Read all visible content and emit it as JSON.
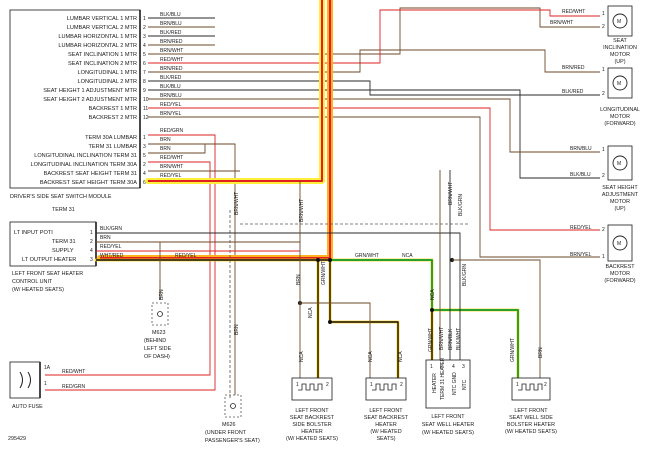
{
  "module": {
    "name": "DRIVER'S SIDE SEAT SWITCH MODULE",
    "term31": "TERM 31",
    "rows": [
      {
        "label": "LUMBAR VERTICAL 1 MTR",
        "pin": "1",
        "wire": "BLK/BLU"
      },
      {
        "label": "LUMBAR VERTICAL 2 MTR",
        "pin": "2",
        "wire": "BRN/BLU"
      },
      {
        "label": "LUMBAR HORIZONTAL 1 MTR",
        "pin": "3",
        "wire": "BLK/RED"
      },
      {
        "label": "LUMBAR HORIZONTAL 2 MTR",
        "pin": "4",
        "wire": "BRN/RED"
      },
      {
        "label": "SEAT INCLINATION 1 MTR",
        "pin": "5",
        "wire": "BRN/WHT"
      },
      {
        "label": "SEAT INCLINATION 2 MTR",
        "pin": "6",
        "wire": "RED/WHT"
      },
      {
        "label": "LONGITUDINAL 1 MTR",
        "pin": "7",
        "wire": "BRN/RED"
      },
      {
        "label": "LONGITUDINAL 2 MTR",
        "pin": "8",
        "wire": "BLK/RED"
      },
      {
        "label": "SEAT HEIGHT 1 ADJUSTMENT MTR",
        "pin": "9",
        "wire": "BLK/BLU"
      },
      {
        "label": "SEAT HEIGHT 2 ADJUSTMENT MTR",
        "pin": "10",
        "wire": "BRN/BLU"
      },
      {
        "label": "BACKREST 1 MTR",
        "pin": "11",
        "wire": "RED/YEL"
      },
      {
        "label": "BACKREST 2 MTR",
        "pin": "12",
        "wire": "BRN/YEL"
      }
    ],
    "rows2": [
      {
        "label": "TERM 30A LUMBAR",
        "pin": "1",
        "wire": "RED/GRN"
      },
      {
        "label": "TERM 31 LUMBAR",
        "pin": "3",
        "wire": "BRN"
      },
      {
        "label": "LONGITUDINAL INCLINATION TERM 31",
        "pin": "5",
        "wire": "BRN"
      },
      {
        "label": "LONGITUDINAL INCLINATION TERM 30A",
        "pin": "2",
        "wire": "RED/WHT"
      },
      {
        "label": "BACKREST SEAT HEIGHT TERM 31",
        "pin": "4",
        "wire": "BRN/WHT"
      },
      {
        "label": "BACKREST SEAT HEIGHT TERM 30A",
        "pin": "6",
        "wire": "RED/YEL"
      }
    ]
  },
  "heater_unit": {
    "rows": [
      {
        "label": "LT INPUT POTI",
        "pin": "1",
        "wire": "BLK/GRN"
      },
      {
        "label": "TERM 31",
        "pin": "2",
        "wire": "BRN"
      },
      {
        "label": "SUPPLY",
        "pin": "4",
        "wire": "RED/YEL"
      },
      {
        "label": "LT OUTPUT HEATER",
        "pin": "3",
        "wire": "WHT/RED"
      }
    ],
    "name1": "LEFT FRONT SEAT HEATER",
    "name2": "CONTROL UNIT",
    "name3": "(W/ HEATED SEATS)",
    "red_yel": "RED/YEL",
    "grn_wht": "GRN/WHT",
    "nca": "NCA"
  },
  "fuse": {
    "label": "AUTO FUSE",
    "pin1": "1A",
    "pin2": "1",
    "wire1": "RED/WHT",
    "wire2": "RED/GRN"
  },
  "grounds": {
    "g1": "M623",
    "g1_l1": "(BEHIND",
    "g1_l2": "LEFT SIDE",
    "g1_l3": "OF DASH)",
    "g2": "M626",
    "g2_l1": "(UNDER FRONT",
    "g2_l2": "PASSENGER'S SEAT)",
    "brn": "BRN"
  },
  "motors": [
    {
      "name1": "SEAT",
      "name2": "INCLINATION",
      "name3": "MOTOR",
      "name4": "(UP)",
      "w1": "RED/WHT",
      "w2": "BRN/WHT",
      "p1": "1",
      "p2": "2"
    },
    {
      "name1": "LONGITUDINAL",
      "name2": "MOTOR",
      "name3": "(FORWARD)",
      "name4": "",
      "w1": "BRN/RED",
      "w2": "BLK/RED",
      "p1": "1",
      "p2": "2"
    },
    {
      "name1": "SEAT HEIGHT",
      "name2": "ADJUSTMENT",
      "name3": "MOTOR",
      "name4": "(UP)",
      "w1": "BRN/BLU",
      "w2": "BLK/BLU",
      "p1": "1",
      "p2": "2"
    },
    {
      "name1": "BACKREST",
      "name2": "MOTOR",
      "name3": "(FORWARD)",
      "name4": "",
      "w1": "RED/YEL",
      "w2": "BRN/YEL",
      "p1": "2",
      "p2": "1"
    }
  ],
  "vert_labels": {
    "brn_wht_a": "BRN/WHT",
    "brn_wht_b": "BRN/WHT",
    "blk_grn": "BLK/GRN",
    "brn_wht_c": "BRN/WHT",
    "grn_wht_a": "GRN/WHT",
    "brn_a": "BRN",
    "brn_b": "BRN",
    "brn_c": "BRN",
    "blk_grn_b": "BLK/GRN",
    "grn_wht_r": "GRN/WHT",
    "brn_r": "BRN",
    "nca_1": "NCA",
    "nca_2": "NCA",
    "nca_3": "NCA",
    "nca_4": "NCA",
    "nca_5": "NCA",
    "grn_wht_b": "GRN/WHT",
    "brn_wht_d": "BRN/WHT",
    "blk_wht": "BLK/WHT",
    "brn_blk": "BRN/BLK"
  },
  "heaters": [
    {
      "l1": "LEFT FRONT",
      "l2": "SEAT BACKREST",
      "l3": "SIDE BOLSTER",
      "l4": "HEATER",
      "l5": "(W/ HEATED SEATS)"
    },
    {
      "l1": "LEFT FRONT",
      "l2": "SEAT BACKREST",
      "l3": "HEATER",
      "l4": "(W/ HEATED",
      "l5": "SEATS)"
    },
    {
      "l1": "LEFT FRONT",
      "l2": "SEAT WELL HEATER",
      "l3": "(W/ HEATED SEATS)",
      "l4": "",
      "l5": ""
    },
    {
      "l1": "LEFT FRONT",
      "l2": "SEAT WELL SIDE",
      "l3": "BOLSTER HEATER",
      "l4": "(W/ HEATED SEATS)",
      "l5": ""
    }
  ],
  "well_pins": {
    "heater_a": "HEATER",
    "term31": "TERM 31 HEATER",
    "ntc_gnd": "NTC GND",
    "ntc": "NTC"
  },
  "pin_nums": {
    "p1": "1",
    "p2": "2",
    "p3": "3",
    "p4": "4"
  },
  "ref": "295429"
}
